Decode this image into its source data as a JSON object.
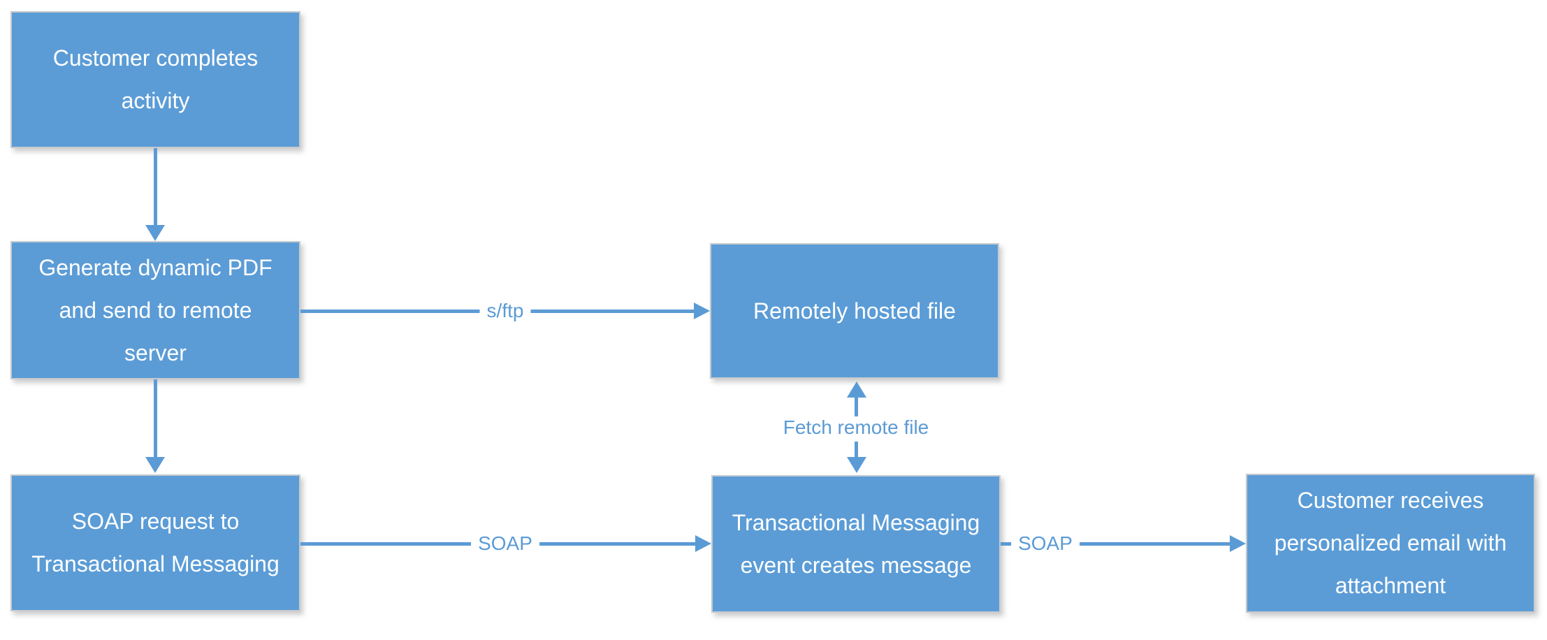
{
  "diagram": {
    "type": "flowchart",
    "background_color": "#ffffff",
    "accent_color": "#5b9bd5",
    "node_fill_color": "#5b9cd6",
    "node_border_color": "#c7cacf",
    "node_text_color": "#ffffff",
    "edge_label_color": "#5b9bd5",
    "nodes": [
      {
        "id": "customer-completes-activity",
        "label": "Customer completes\nactivity"
      },
      {
        "id": "generate-dynamic-pdf",
        "label": "Generate dynamic PDF\nand send to remote\nserver"
      },
      {
        "id": "remotely-hosted-file",
        "label": "Remotely hosted file"
      },
      {
        "id": "soap-request-transactional-messaging",
        "label": "SOAP request to\nTransactional Messaging"
      },
      {
        "id": "transactional-messaging-event",
        "label": "Transactional Messaging\nevent creates message"
      },
      {
        "id": "customer-receives-email",
        "label": "Customer receives\npersonalized email with\nattachment"
      }
    ],
    "connectors": [
      {
        "from": "customer-completes-activity",
        "to": "generate-dynamic-pdf",
        "direction": "down",
        "label": ""
      },
      {
        "from": "generate-dynamic-pdf",
        "to": "remotely-hosted-file",
        "direction": "right",
        "label": "s/ftp"
      },
      {
        "from": "generate-dynamic-pdf",
        "to": "soap-request-transactional-messaging",
        "direction": "down",
        "label": ""
      },
      {
        "from": "soap-request-transactional-messaging",
        "to": "transactional-messaging-event",
        "direction": "right",
        "label": "SOAP"
      },
      {
        "from": "remotely-hosted-file",
        "to": "transactional-messaging-event",
        "direction": "both-vertical",
        "label": "Fetch remote file"
      },
      {
        "from": "transactional-messaging-event",
        "to": "customer-receives-email",
        "direction": "right",
        "label": "SOAP"
      }
    ]
  }
}
